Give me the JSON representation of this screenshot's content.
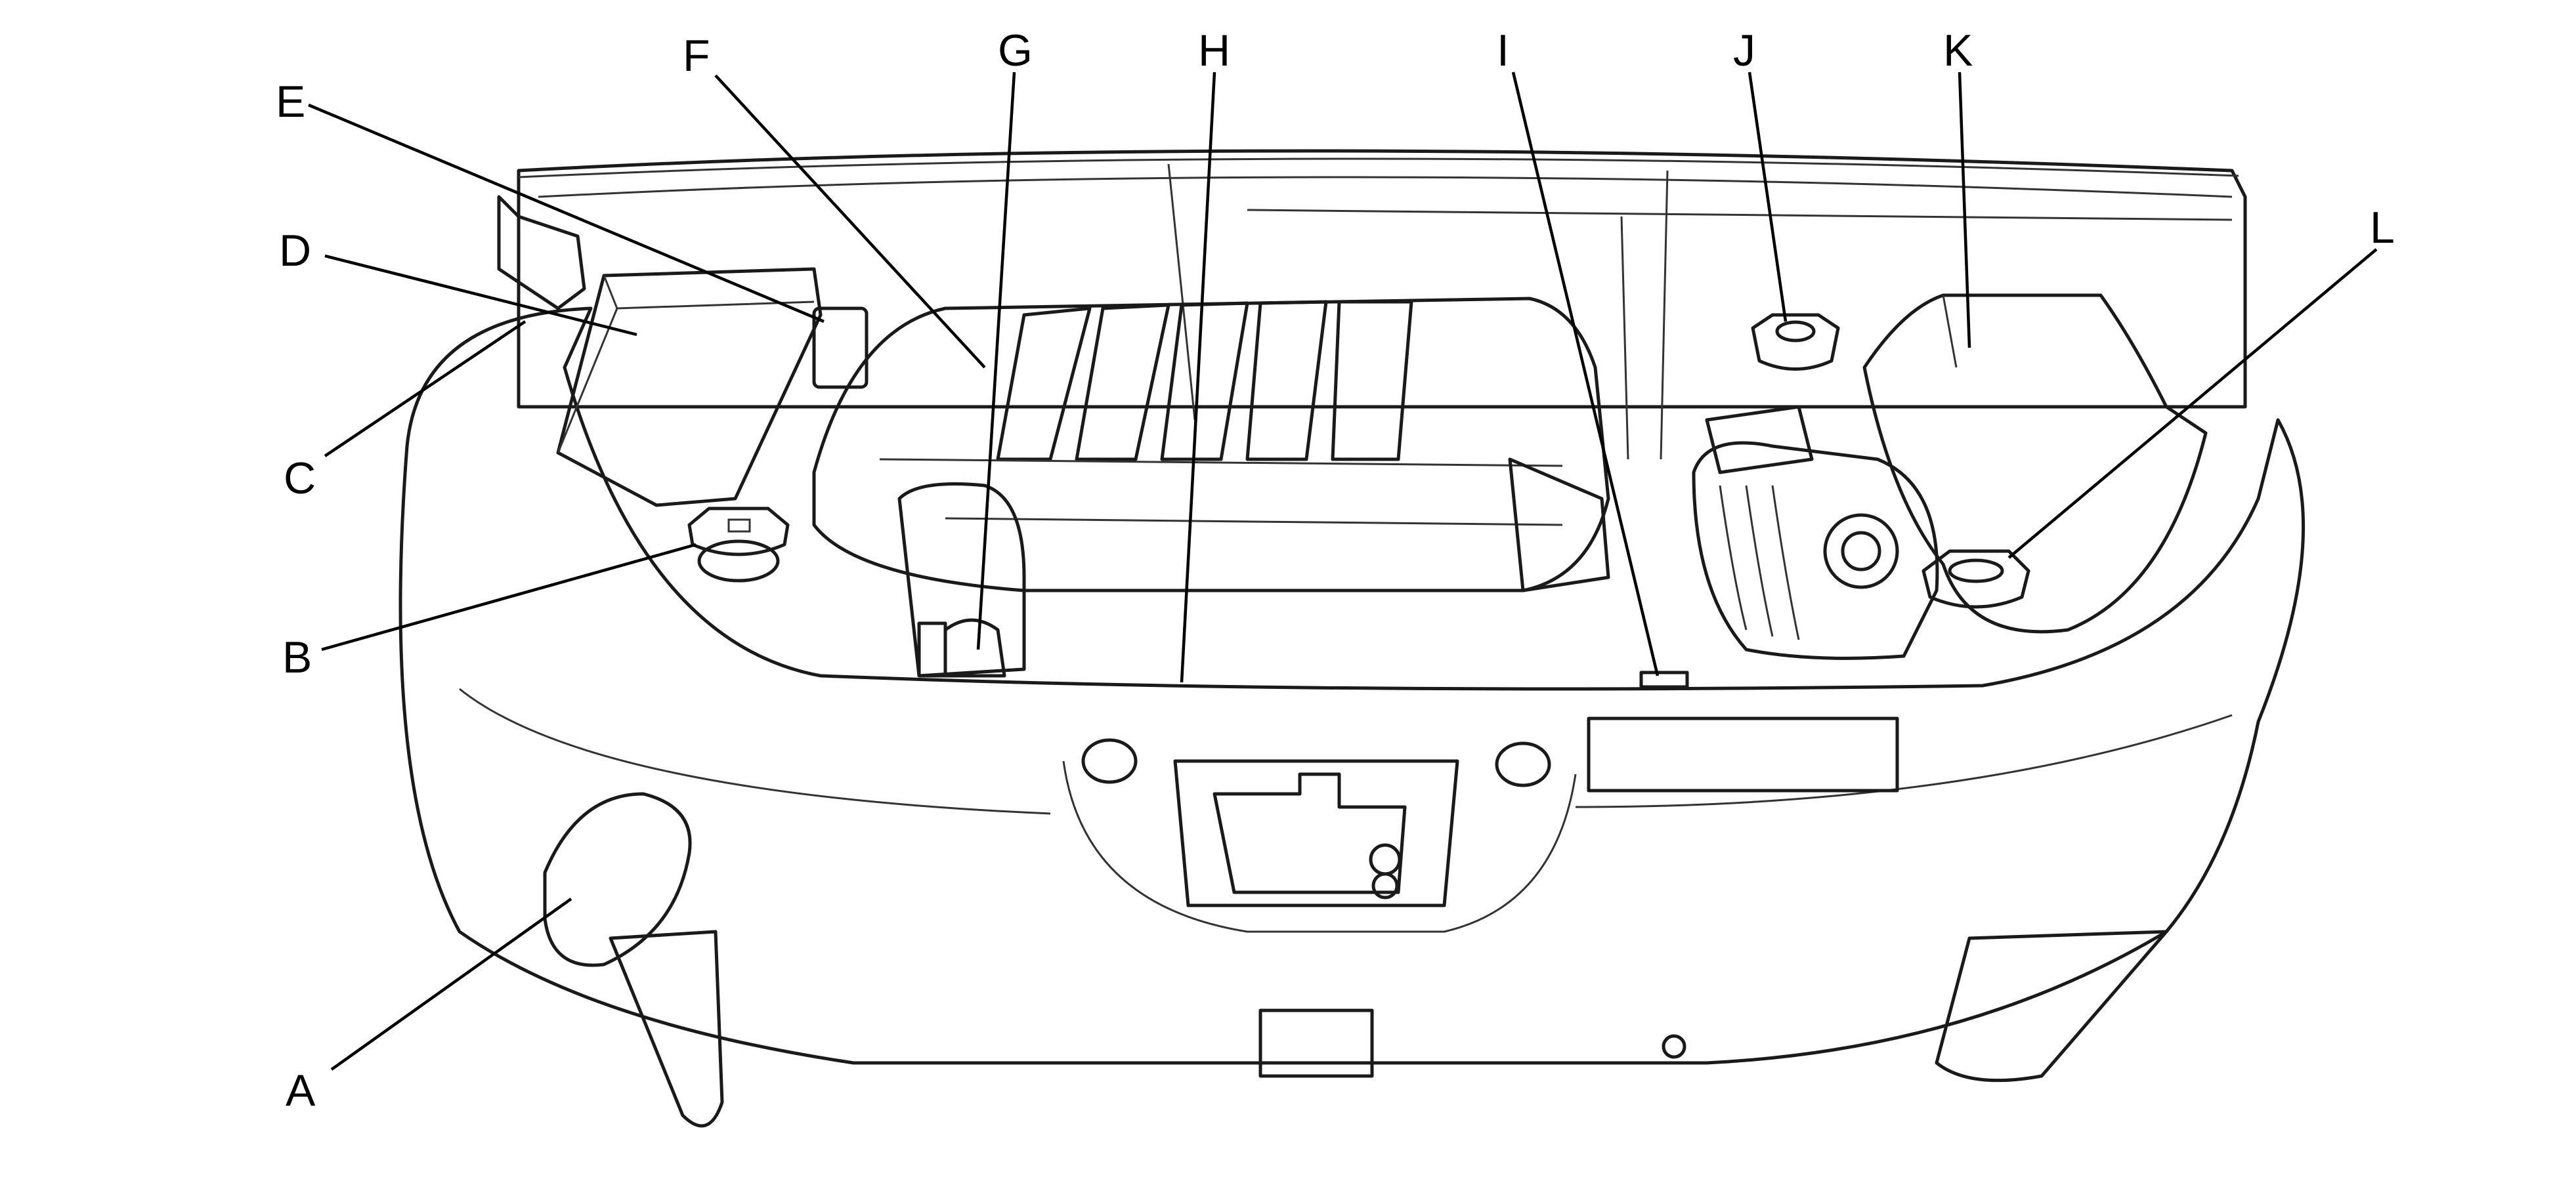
{
  "callouts": [
    {
      "id": "A",
      "text": "A"
    },
    {
      "id": "B",
      "text": "B"
    },
    {
      "id": "C",
      "text": "C"
    },
    {
      "id": "D",
      "text": "D"
    },
    {
      "id": "E",
      "text": "E"
    },
    {
      "id": "F",
      "text": "F"
    },
    {
      "id": "G",
      "text": "G"
    },
    {
      "id": "H",
      "text": "H"
    },
    {
      "id": "I",
      "text": "I"
    },
    {
      "id": "J",
      "text": "J"
    },
    {
      "id": "K",
      "text": "K"
    },
    {
      "id": "L",
      "text": "L"
    }
  ]
}
